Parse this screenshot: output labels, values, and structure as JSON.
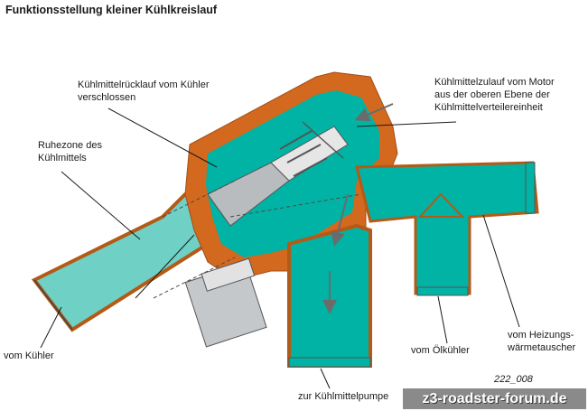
{
  "title": "Funktionsstellung kleiner Kühlkreislauf",
  "labels": {
    "return_closed": [
      "Kühlmittelrücklauf vom Kühler",
      "verschlossen"
    ],
    "rest_zone": [
      "Ruhezone des",
      "Kühlmittels"
    ],
    "inflow_engine": [
      "Kühlmittelzulauf vom Motor",
      "aus der oberen Ebene der",
      "Kühlmittelverteilereinheit"
    ],
    "from_radiator": "vom Kühler",
    "to_pump": "zur Kühlmittelpumpe",
    "from_oil_cooler": "vom Ölkühler",
    "from_heater": [
      "vom Heizungs-",
      "wärmetauscher"
    ]
  },
  "figure_code": "222_008",
  "watermark": "z3-roadster-forum.de",
  "colors": {
    "coolant_active": "#00b3a4",
    "coolant_rest": "#6fd0c6",
    "housing": "#d2691e",
    "dashed_outline": "#4a4a4a"
  }
}
